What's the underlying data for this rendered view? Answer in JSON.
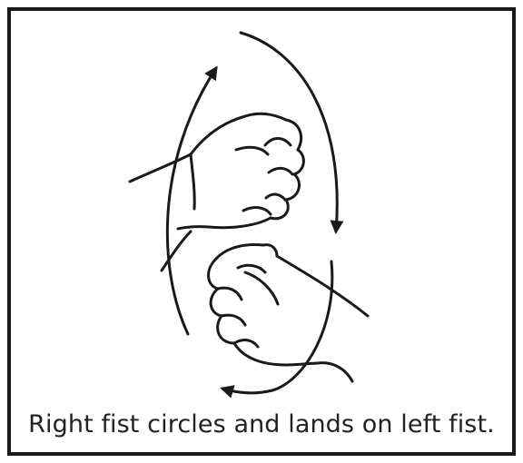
{
  "caption": "Right fist circles and lands on left fist.",
  "colors": {
    "ink": "#1a1a1a",
    "border": "#1a1a1a",
    "background": "#ffffff"
  },
  "illustration": {
    "elements": [
      "right-fist",
      "left-fist",
      "circular-motion-arrows"
    ]
  }
}
